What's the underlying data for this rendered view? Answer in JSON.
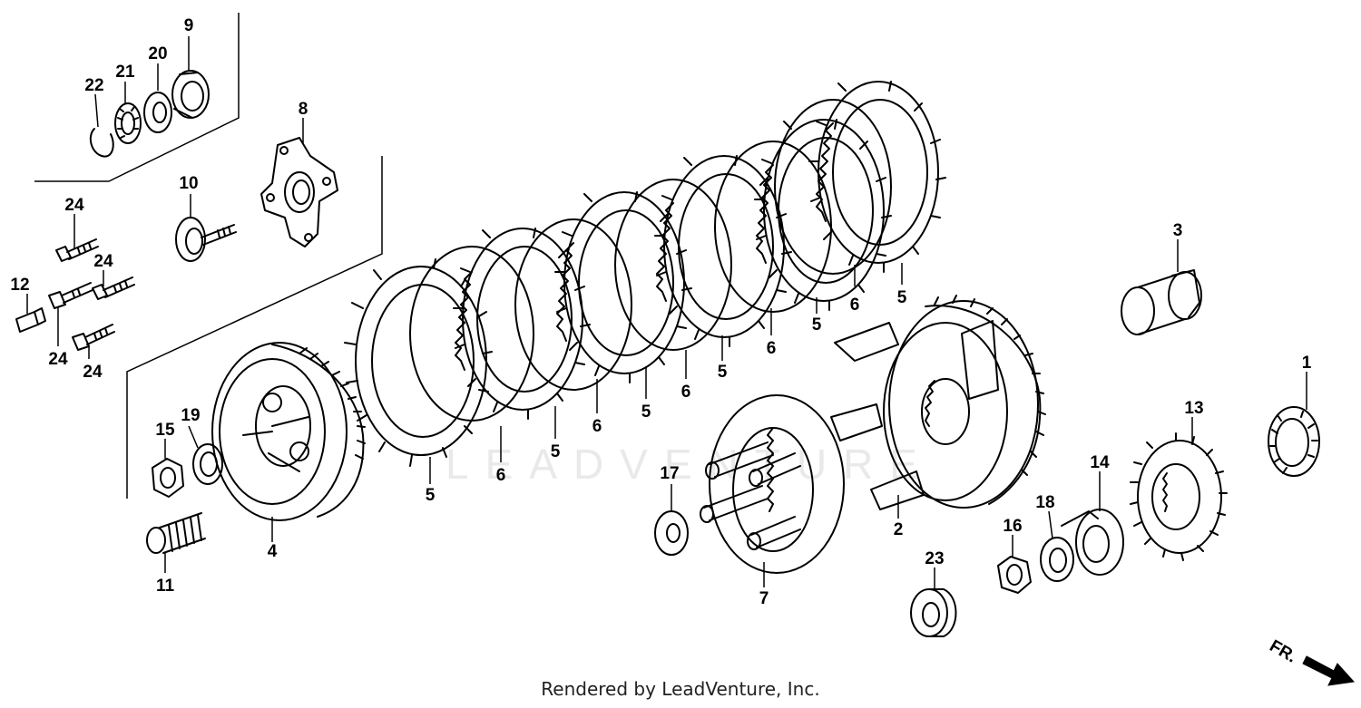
{
  "watermark": "LEADVENTURE",
  "credit": "Rendered by LeadVenture, Inc.",
  "direction_label": "FR.",
  "callouts": [
    "1",
    "2",
    "3",
    "4",
    "5",
    "6",
    "7",
    "8",
    "9",
    "10",
    "11",
    "12",
    "13",
    "14",
    "15",
    "16",
    "17",
    "18",
    "19",
    "20",
    "21",
    "22",
    "23",
    "24"
  ]
}
